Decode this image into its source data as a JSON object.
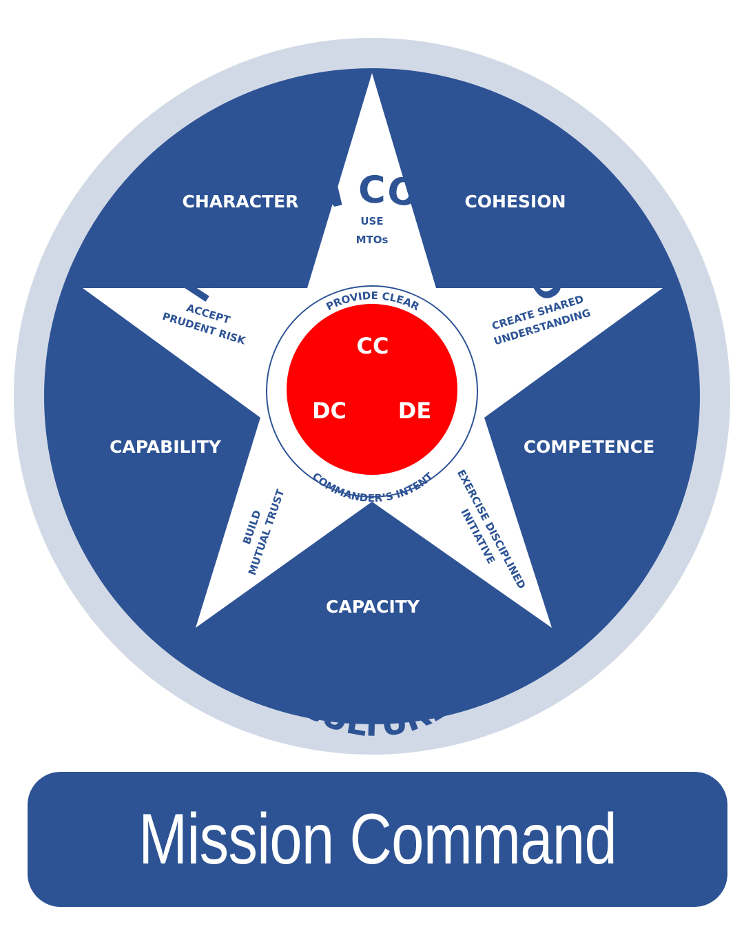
{
  "colors": {
    "navy": "#2d5395",
    "ring": "#d2d9e6",
    "core": "#fe0000",
    "white": "#ffffff"
  },
  "ring": {
    "top": "MISSION COMMAND",
    "bottom": "CULTURE"
  },
  "segments": {
    "character": "CHARACTER",
    "cohesion": "COHESION",
    "capability": "CAPABILITY",
    "competence": "COMPETENCE",
    "capacity": "CAPACITY"
  },
  "principles": {
    "use_mtos": [
      "USE",
      "MTOs"
    ],
    "accept_risk": [
      "ACCEPT",
      "PRUDENT RISK"
    ],
    "shared_understanding": [
      "CREATE SHARED",
      "UNDERSTANDING"
    ],
    "mutual_trust": [
      "BUILD",
      "MUTUAL TRUST"
    ],
    "disciplined_initiative": [
      "EXERCISE DISCIPLINED",
      "INITIATIVE"
    ]
  },
  "intent": {
    "top": "PROVIDE CLEAR",
    "bottom": "COMMANDER’S INTENT"
  },
  "core": {
    "cc": "CC",
    "dc": "DC",
    "de": "DE"
  },
  "title": "Mission Command"
}
